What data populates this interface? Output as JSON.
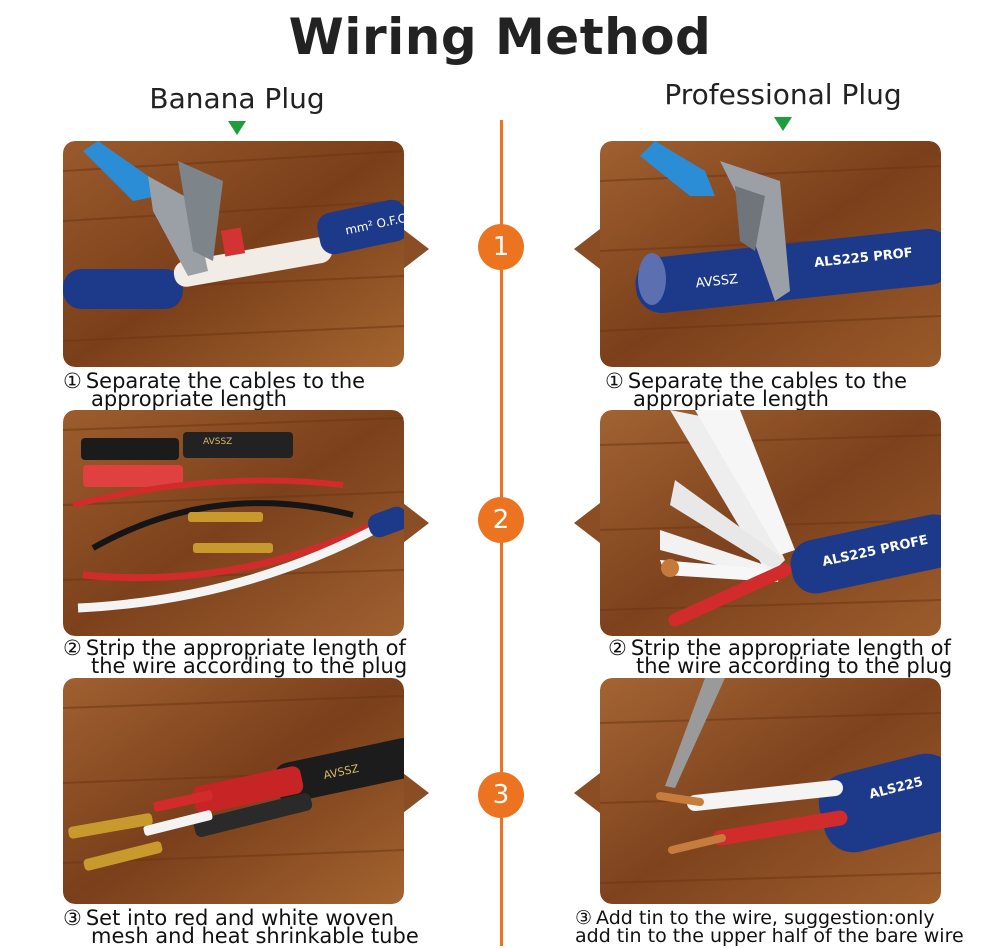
{
  "title": "Wiring Method",
  "columns": {
    "left": "Banana Plug",
    "right": "Professional Plug"
  },
  "steps": [
    {
      "number": "1",
      "left_caption_mark": "①",
      "left_caption_line1": "Separate the cables to the",
      "left_caption_line2": "appropriate length",
      "right_caption_mark": "①",
      "right_caption_line1": "Separate the cables to the",
      "right_caption_line2": "appropriate length",
      "left_cable_text": "mm² O.F.C",
      "right_brand_text": "AVSSZ",
      "right_cable_text": "ALS225 PROF"
    },
    {
      "number": "2",
      "left_caption_mark": "②",
      "left_caption_line1": "Strip the appropriate length of",
      "left_caption_line2": "the wire according to the plug",
      "right_caption_mark": "②",
      "right_caption_line1": "Strip the appropriate length of",
      "right_caption_line2": "the wire according to the plug",
      "left_tube_text": "AVSSZ",
      "right_cable_text": "ALS225 PROFE"
    },
    {
      "number": "3",
      "left_caption_mark": "③",
      "left_caption_line1": "Set into red and white woven",
      "left_caption_line2": "mesh and heat shrinkable tube",
      "right_caption_mark": "③",
      "right_caption_line1": "Add tin to the wire, suggestion:only",
      "right_caption_line2": "add tin to the upper half of the bare wire",
      "left_tube_text": "AVSSZ",
      "right_cable_text": "ALS225"
    }
  ],
  "colors": {
    "accent": "#ec7420",
    "marker": "#1e9e3a",
    "wood": "#8a4d24",
    "cable": "#1d3a8a"
  }
}
